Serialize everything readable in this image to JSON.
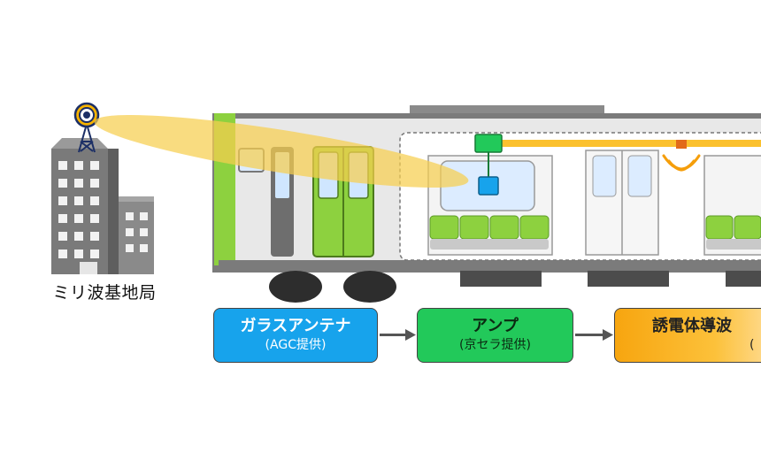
{
  "station": {
    "label": "ミリ波基地局"
  },
  "flow": [
    {
      "title": "ガラスアンテナ",
      "provider": "(AGC提供)"
    },
    {
      "title": "アンプ",
      "provider": "(京セラ提供)"
    },
    {
      "title": "誘電体導波",
      "provider": "("
    }
  ],
  "colors": {
    "train_green": "#8dd13f",
    "body_gray": "#7b7b7b",
    "glass_blue": "#d8ecff",
    "antenna_blue": "#17a3ec",
    "amp_green": "#22c95a",
    "waveguide_orange": "#f7a50f",
    "beam_yellow": "#f7cf4f"
  },
  "icons": [
    "base-station-tower-icon",
    "building-icon",
    "train-icon",
    "signal-wave-icon",
    "arrow-right-icon"
  ]
}
